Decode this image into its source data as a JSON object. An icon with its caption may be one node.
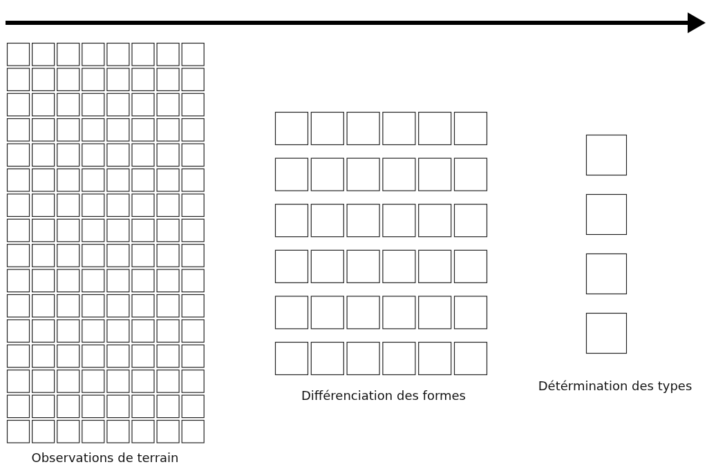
{
  "diagram": {
    "labels": [
      "Observations de terrain",
      "Différenciation des formes",
      "Détérmination des types"
    ]
  }
}
